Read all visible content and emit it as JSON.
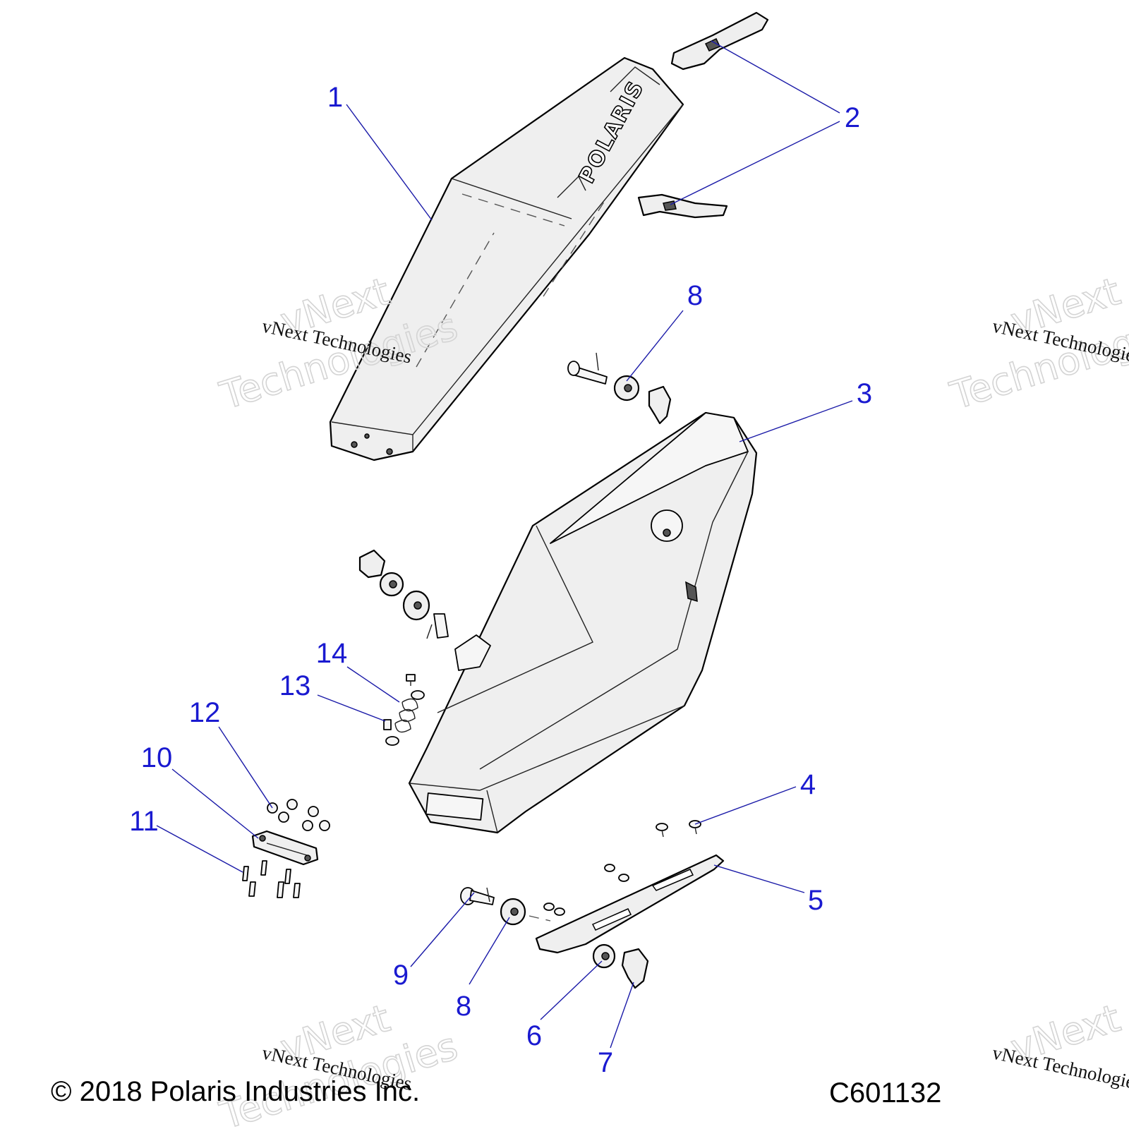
{
  "callouts": [
    {
      "id": "1",
      "label": "1"
    },
    {
      "id": "2",
      "label": "2"
    },
    {
      "id": "3",
      "label": "3"
    },
    {
      "id": "4",
      "label": "4"
    },
    {
      "id": "5",
      "label": "5"
    },
    {
      "id": "6",
      "label": "6"
    },
    {
      "id": "7",
      "label": "7"
    },
    {
      "id": "8a",
      "label": "8"
    },
    {
      "id": "8b",
      "label": "8"
    },
    {
      "id": "9",
      "label": "9"
    },
    {
      "id": "10",
      "label": "10"
    },
    {
      "id": "11",
      "label": "11"
    },
    {
      "id": "12",
      "label": "12"
    },
    {
      "id": "13",
      "label": "13"
    },
    {
      "id": "14",
      "label": "14"
    }
  ],
  "brand_mark": "POLARIS",
  "watermark": {
    "small": "vNext Technologies",
    "big_line1": "vNext",
    "big_line2": "Technologies"
  },
  "footer": {
    "copyright": "© 2018 Polaris Industries Inc.",
    "drawing_code": "C601132"
  },
  "colors": {
    "callout": "#1a1ad0",
    "leader": "#1a1aa8"
  }
}
